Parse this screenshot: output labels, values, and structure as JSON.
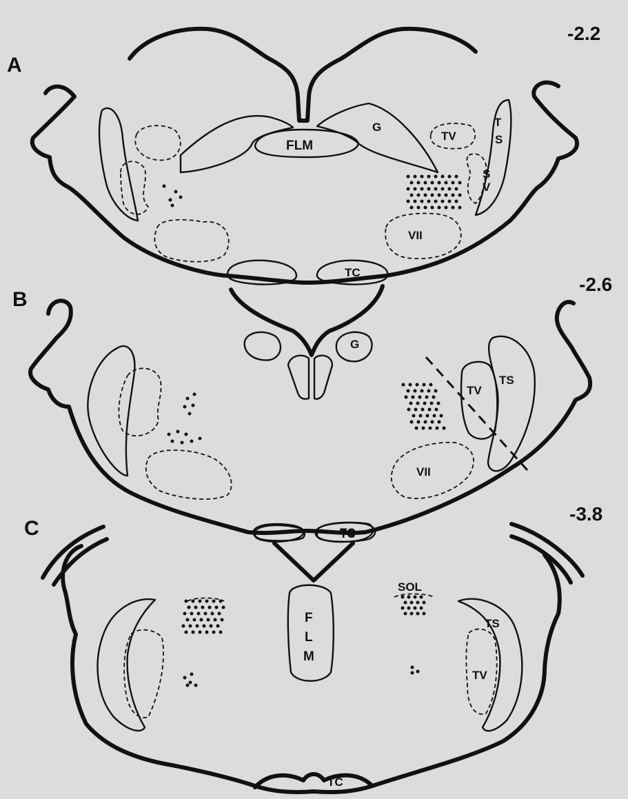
{
  "panels": [
    {
      "letter": "A",
      "level": "-2.2"
    },
    {
      "letter": "B",
      "level": "-2.6"
    },
    {
      "letter": "C",
      "level": "-3.8"
    }
  ],
  "labels": {
    "A": {
      "flm": "FLM",
      "g": "G",
      "tv": "TV",
      "ts_t": "T",
      "ts_s": "S",
      "sv_s": "S",
      "sv_v": "V",
      "vii": "VII",
      "tc": "TC"
    },
    "B": {
      "g": "G",
      "tv": "TV",
      "ts": "TS",
      "vii": "VII",
      "tc": "TC"
    },
    "C": {
      "sol": "SOL",
      "flm_f": "F",
      "flm_l": "L",
      "flm_m": "M",
      "ts": "TS",
      "tv": "TV",
      "tc": "TC"
    }
  }
}
